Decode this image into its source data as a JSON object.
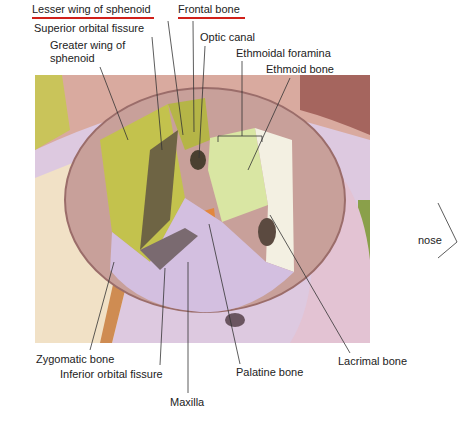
{
  "diagram": {
    "labels": [
      "Lesser wing of sphenoid",
      "Frontal bone",
      "Superior orbital fissure",
      "Optic canal",
      "Greater wing of sphenoid",
      "Ethmoidal foramina",
      "Ethmoid bone",
      "nose",
      "Zygomatic bone",
      "Inferior orbital fissure",
      "Palatine bone",
      "Maxilla",
      "Lacrimal bone"
    ]
  }
}
